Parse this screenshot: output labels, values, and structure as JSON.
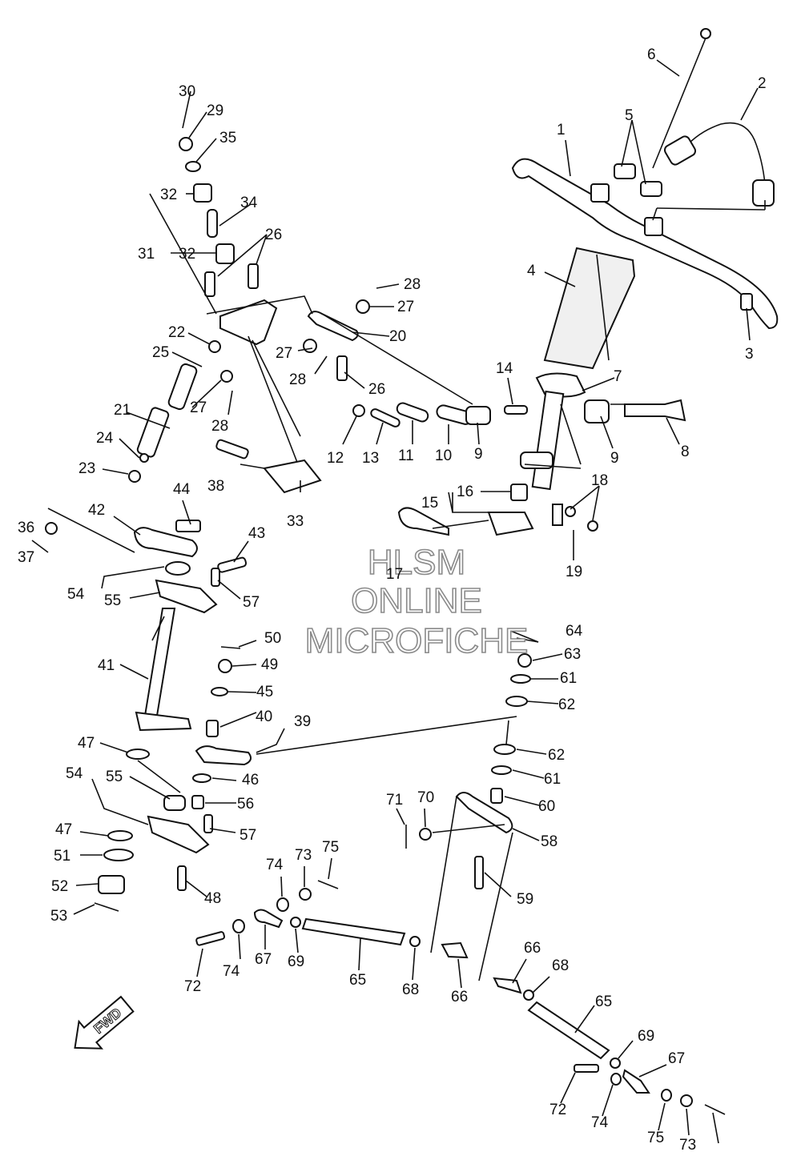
{
  "watermark": {
    "line1": "HLSM",
    "line2": "ONLINE",
    "line3": "MICROFICHE"
  },
  "fwd_label": "FWD",
  "callouts": [
    {
      "id": "l1",
      "text": "1"
    },
    {
      "id": "l2",
      "text": "2"
    },
    {
      "id": "l3",
      "text": "3"
    },
    {
      "id": "l4",
      "text": "4"
    },
    {
      "id": "l5",
      "text": "5"
    },
    {
      "id": "l6",
      "text": "6"
    },
    {
      "id": "l7",
      "text": "7"
    },
    {
      "id": "l8",
      "text": "8"
    },
    {
      "id": "l9a",
      "text": "9"
    },
    {
      "id": "l9b",
      "text": "9"
    },
    {
      "id": "l10",
      "text": "10"
    },
    {
      "id": "l11",
      "text": "11"
    },
    {
      "id": "l12",
      "text": "12"
    },
    {
      "id": "l13",
      "text": "13"
    },
    {
      "id": "l14",
      "text": "14"
    },
    {
      "id": "l15",
      "text": "15"
    },
    {
      "id": "l16",
      "text": "16"
    },
    {
      "id": "l17",
      "text": "17"
    },
    {
      "id": "l18",
      "text": "18"
    },
    {
      "id": "l19",
      "text": "19"
    },
    {
      "id": "l20",
      "text": "20"
    },
    {
      "id": "l21",
      "text": "21"
    },
    {
      "id": "l22",
      "text": "22"
    },
    {
      "id": "l23",
      "text": "23"
    },
    {
      "id": "l24",
      "text": "24"
    },
    {
      "id": "l25",
      "text": "25"
    },
    {
      "id": "l26a",
      "text": "26"
    },
    {
      "id": "l26b",
      "text": "26"
    },
    {
      "id": "l27a",
      "text": "27"
    },
    {
      "id": "l27b",
      "text": "27"
    },
    {
      "id": "l27c",
      "text": "27"
    },
    {
      "id": "l28a",
      "text": "28"
    },
    {
      "id": "l28b",
      "text": "28"
    },
    {
      "id": "l28c",
      "text": "28"
    },
    {
      "id": "l29",
      "text": "29"
    },
    {
      "id": "l30",
      "text": "30"
    },
    {
      "id": "l31",
      "text": "31"
    },
    {
      "id": "l32a",
      "text": "32"
    },
    {
      "id": "l32b",
      "text": "32"
    },
    {
      "id": "l33",
      "text": "33"
    },
    {
      "id": "l34",
      "text": "34"
    },
    {
      "id": "l35",
      "text": "35"
    },
    {
      "id": "l36",
      "text": "36"
    },
    {
      "id": "l37",
      "text": "37"
    },
    {
      "id": "l38",
      "text": "38"
    },
    {
      "id": "l39",
      "text": "39"
    },
    {
      "id": "l40",
      "text": "40"
    },
    {
      "id": "l41",
      "text": "41"
    },
    {
      "id": "l42",
      "text": "42"
    },
    {
      "id": "l43",
      "text": "43"
    },
    {
      "id": "l44",
      "text": "44"
    },
    {
      "id": "l45",
      "text": "45"
    },
    {
      "id": "l46",
      "text": "46"
    },
    {
      "id": "l47a",
      "text": "47"
    },
    {
      "id": "l47b",
      "text": "47"
    },
    {
      "id": "l48",
      "text": "48"
    },
    {
      "id": "l49",
      "text": "49"
    },
    {
      "id": "l50",
      "text": "50"
    },
    {
      "id": "l51",
      "text": "51"
    },
    {
      "id": "l52",
      "text": "52"
    },
    {
      "id": "l53",
      "text": "53"
    },
    {
      "id": "l54a",
      "text": "54"
    },
    {
      "id": "l54b",
      "text": "54"
    },
    {
      "id": "l55a",
      "text": "55"
    },
    {
      "id": "l55b",
      "text": "55"
    },
    {
      "id": "l56",
      "text": "56"
    },
    {
      "id": "l57a",
      "text": "57"
    },
    {
      "id": "l57b",
      "text": "57"
    },
    {
      "id": "l58",
      "text": "58"
    },
    {
      "id": "l59",
      "text": "59"
    },
    {
      "id": "l60",
      "text": "60"
    },
    {
      "id": "l61a",
      "text": "61"
    },
    {
      "id": "l61b",
      "text": "61"
    },
    {
      "id": "l62a",
      "text": "62"
    },
    {
      "id": "l62b",
      "text": "62"
    },
    {
      "id": "l63",
      "text": "63"
    },
    {
      "id": "l64",
      "text": "64"
    },
    {
      "id": "l65a",
      "text": "65"
    },
    {
      "id": "l65b",
      "text": "65"
    },
    {
      "id": "l66a",
      "text": "66"
    },
    {
      "id": "l66b",
      "text": "66"
    },
    {
      "id": "l67a",
      "text": "67"
    },
    {
      "id": "l67b",
      "text": "67"
    },
    {
      "id": "l68a",
      "text": "68"
    },
    {
      "id": "l68b",
      "text": "68"
    },
    {
      "id": "l69a",
      "text": "69"
    },
    {
      "id": "l69b",
      "text": "69"
    },
    {
      "id": "l70",
      "text": "70"
    },
    {
      "id": "l71",
      "text": "71"
    },
    {
      "id": "l72a",
      "text": "72"
    },
    {
      "id": "l72b",
      "text": "72"
    },
    {
      "id": "l73a",
      "text": "73"
    },
    {
      "id": "l73b",
      "text": "73"
    },
    {
      "id": "l74a",
      "text": "74"
    },
    {
      "id": "l74b",
      "text": "74"
    },
    {
      "id": "l74c",
      "text": "74"
    },
    {
      "id": "l75a",
      "text": "75"
    },
    {
      "id": "l75b",
      "text": "75"
    }
  ]
}
